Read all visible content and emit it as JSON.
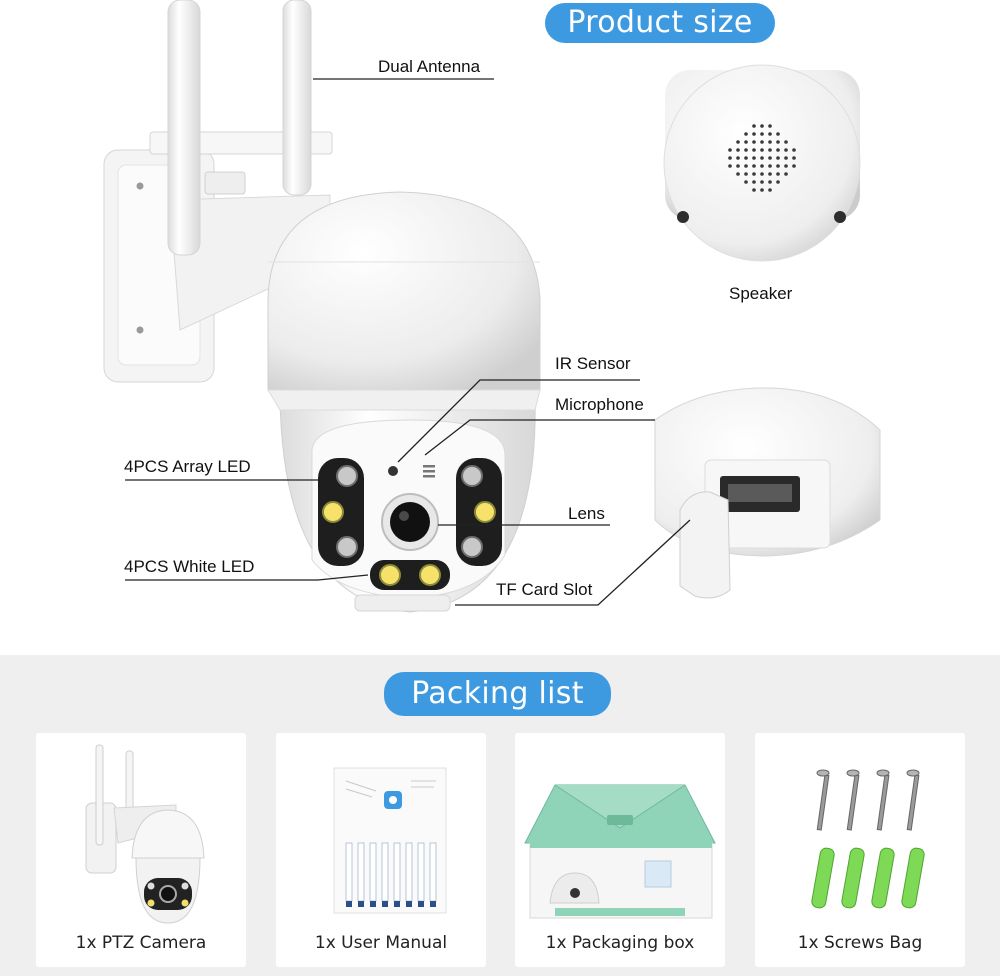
{
  "product_size": {
    "title": "Product size",
    "labels": {
      "dual_antenna": "Dual Antenna",
      "speaker": "Speaker",
      "ir_sensor": "IR Sensor",
      "microphone": "Microphone",
      "array_led": "4PCS Array LED",
      "lens": "Lens",
      "white_led": "4PCS White LED",
      "tf_card_slot": "TF Card Slot"
    }
  },
  "packing_list": {
    "title": "Packing list",
    "items": [
      {
        "label": "1x PTZ Camera",
        "icon": "ptz-camera"
      },
      {
        "label": "1x User Manual",
        "icon": "user-manual"
      },
      {
        "label": "1x Packaging box",
        "icon": "packaging-box"
      },
      {
        "label": "1x Screws Bag",
        "icon": "screws-bag"
      }
    ]
  },
  "colors": {
    "accent": "#3d9ae0",
    "section_bg": "#efefef",
    "box_green": "#8fd3b8",
    "anchor_green": "#7ed957"
  }
}
